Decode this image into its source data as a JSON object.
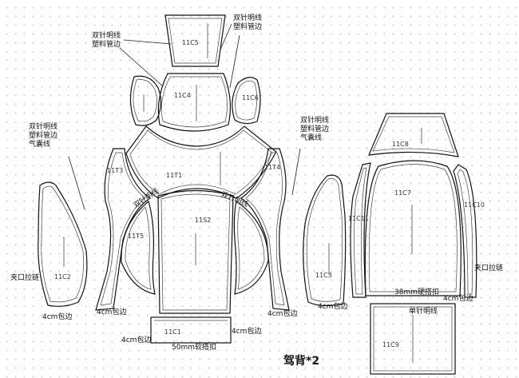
{
  "title": "驾背*2",
  "annotations": {
    "twin_plastic_top": "双针明线\n塑料管边",
    "twin_plastic_left_top": "双针明线\n塑料管边",
    "twin_plastic_airbag_left": "双针明线\n塑料管边\n气囊线",
    "twin_plastic_airbag_right": "双针明线\n塑料管边\n气囊线",
    "zipper_left": "夹口拉链",
    "zipper_right": "夹口拉链",
    "wrap_4cm_1": "4cm包边",
    "wrap_4cm_2": "4cm包边",
    "wrap_4cm_3": "4cm包边",
    "wrap_4cm_4": "4cm包边",
    "wrap_4cm_5": "4cm包边",
    "wrap_4cm_6": "4cm包边",
    "soft_hook_50mm": "50mm软搭扣",
    "hard_hook_38mm": "38mm硬搭扣",
    "single_needle": "单针明线",
    "twin_needle_rot_1": "双针明线",
    "twin_needle_rot_2": "双针明线"
  },
  "pieces": {
    "c5": "11C5",
    "c4": "11C4",
    "c6": "11C6",
    "t1": "11T1",
    "t3": "11T3",
    "t4": "11T4",
    "s2": "11S2",
    "t5": "11T5",
    "c2": "11C2",
    "c3": "11C3",
    "c1": "11C1",
    "c8": "11C8",
    "c7": "11C7",
    "c11": "11C11",
    "c10": "11C10",
    "c9": "11C9"
  }
}
